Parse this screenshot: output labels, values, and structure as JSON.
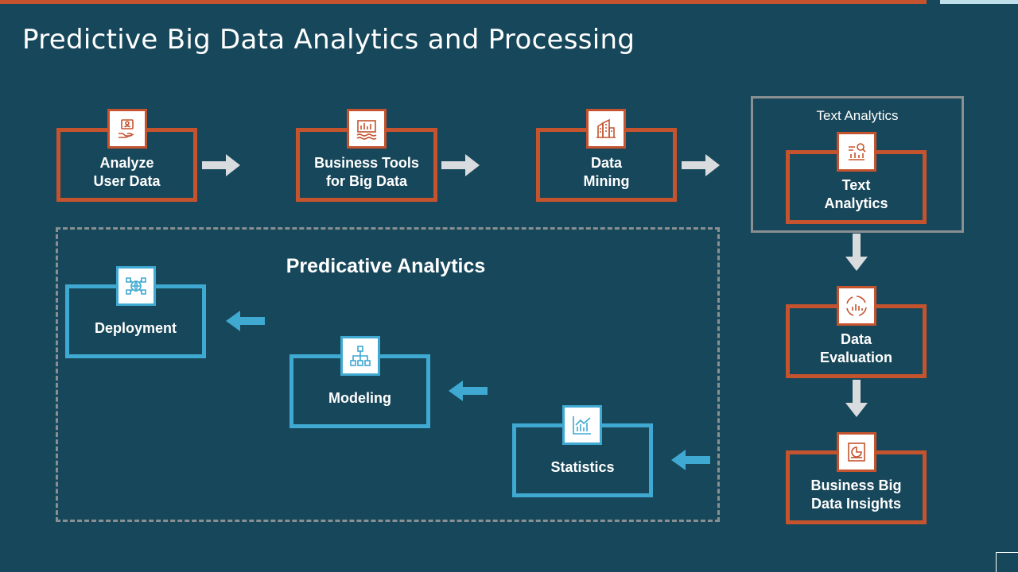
{
  "slide": {
    "title": "Predictive Big Data Analytics and Processing"
  },
  "colors": {
    "background": "#17475a",
    "accent_orange": "#c5532e",
    "accent_blue": "#3fa9d1",
    "arrow_gray": "#d9dcde",
    "frame_gray": "#8a8f92"
  },
  "text_analytics_group": {
    "title": "Text Analytics"
  },
  "predictive_region": {
    "title": "Predicative Analytics"
  },
  "steps": {
    "analyze_user_data": {
      "label": "Analyze\nUser Data",
      "icon": "user-data-icon"
    },
    "business_tools": {
      "label": "Business Tools\nfor Big Data",
      "icon": "tools-dashboard-icon"
    },
    "data_mining": {
      "label": "Data\nMining",
      "icon": "mining-building-icon"
    },
    "text_analytics": {
      "label": "Text\nAnalytics",
      "icon": "text-analytics-icon"
    },
    "data_evaluation": {
      "label": "Data\nEvaluation",
      "icon": "cycle-chart-icon"
    },
    "business_insights": {
      "label": "Business Big\nData Insights",
      "icon": "report-chart-icon"
    },
    "statistics": {
      "label": "Statistics",
      "icon": "statistics-chart-icon"
    },
    "modeling": {
      "label": "Modeling",
      "icon": "hierarchy-icon"
    },
    "deployment": {
      "label": "Deployment",
      "icon": "network-globe-icon"
    }
  }
}
